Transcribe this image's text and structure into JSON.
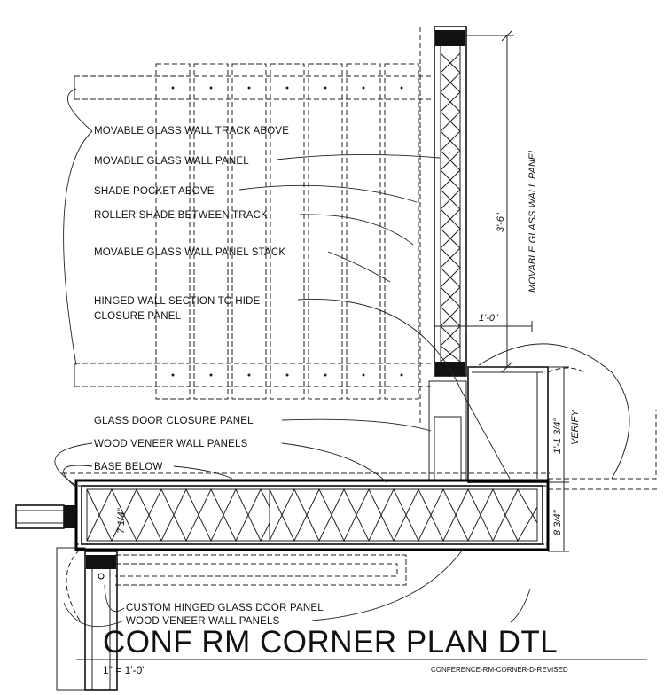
{
  "labels": {
    "track_above": "MOVABLE GLASS WALL TRACK ABOVE",
    "glass_panel": "MOVABLE GLASS WALL PANEL",
    "shade_pocket": "SHADE POCKET ABOVE",
    "roller_shade": "ROLLER SHADE BETWEEN TRACK",
    "panel_stack": "MOVABLE GLASS WALL PANEL STACK",
    "hinged_section_line1": "HINGED WALL SECTION TO HIDE",
    "hinged_section_line2": "CLOSURE PANEL",
    "door_closure": "GLASS DOOR CLOSURE PANEL",
    "veneer_top": "WOOD VENEER WALL PANELS",
    "base_below": "BASE BELOW",
    "custom_door": "CUSTOM HINGED GLASS DOOR PANEL",
    "veneer_bottom": "WOOD VENEER WALL PANELS"
  },
  "dimensions": {
    "panel_length": "3'-6\"",
    "panel_name_vertical": "MOVABLE GLASS WALL PANEL",
    "offset": "1'-0\"",
    "closure_depth": "1'-1 3/4\"",
    "verify": "VERIFY",
    "wall_depth": "8 3/4\"",
    "small_dim": "7 1/4\""
  },
  "title": {
    "main": "CONF RM CORNER PLAN DTL",
    "scale": "1\" = 1'-0\"",
    "file_ref": "CONFERENCE-RM-CORNER-D-REVISED"
  },
  "colors": {
    "ink": "#111111",
    "paper": "#ffffff"
  }
}
